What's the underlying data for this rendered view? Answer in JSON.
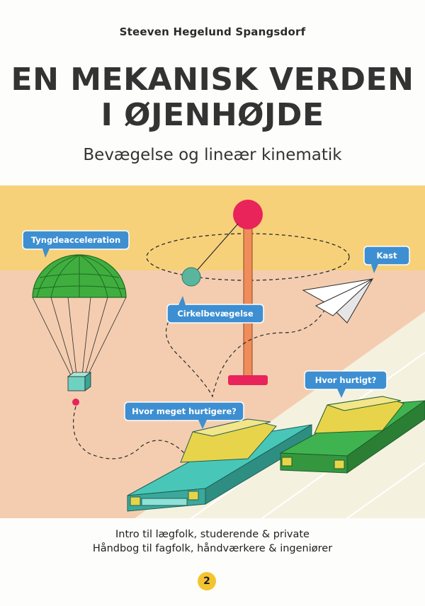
{
  "cover": {
    "author": "Steeven Hegelund Spangsdorf",
    "title_line1": "EN MEKANISK VERDEN",
    "title_line2": "I ØJENHØJDE",
    "subtitle": "Bevægelse og lineær kinematik",
    "labels": {
      "gravity": "Tyngdeacceleration",
      "throw": "Kast",
      "circular": "Cirkelbevægelse",
      "how_fast": "Hvor hurtigt?",
      "how_much_faster": "Hvor meget hurtigere?"
    },
    "tagline1": "Intro til lægfolk, studerende & private",
    "tagline2": "Håndbog til fagfolk, håndværkere & ingeniører",
    "volume": "2"
  },
  "colors": {
    "sky": "#f7d17a",
    "ground": "#f4cdb0",
    "road": "#f5f1df",
    "bubble": "#3d8fd1",
    "parachute": "#3fae3f",
    "pole": "#f08c5a",
    "ball": "#e8245a",
    "teal_car": "#48c7b8",
    "green_car": "#3fb34f",
    "car_roof": "#e8d44a"
  }
}
